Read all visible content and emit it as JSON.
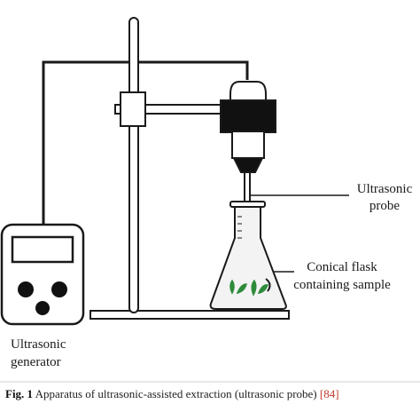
{
  "labels": {
    "ultrasonic_probe": [
      "Ultrasonic",
      "probe"
    ],
    "conical_flask": [
      "Conical flask",
      "containing sample"
    ],
    "ultrasonic_generator": [
      "Ultrasonic",
      "generator"
    ]
  },
  "caption": {
    "fig": "Fig. 1",
    "text": " Apparatus of ultrasonic-assisted extraction (ultrasonic probe) ",
    "ref": "[84]"
  },
  "colors": {
    "line": "#1a1a1a",
    "device_fill": "#ffffff",
    "probe_dark": "#111111",
    "plant_green": "#2e8b3a",
    "liquid": "#f3f3f3",
    "caption_ref": "#c0392b"
  }
}
